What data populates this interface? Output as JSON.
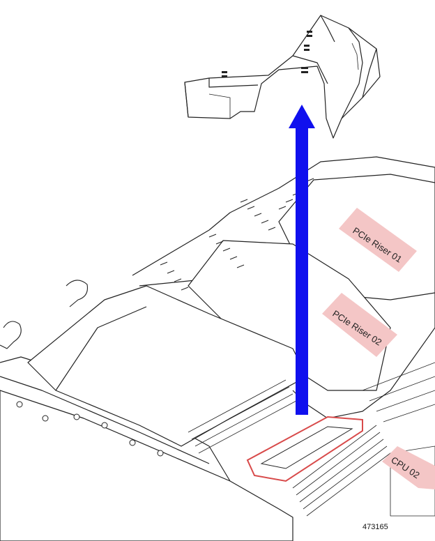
{
  "labels": {
    "riser1": "PCIe Riser 01",
    "riser2": "PCIe Riser 02",
    "cpu2": "CPU 02"
  },
  "figure_id": "473165",
  "colors": {
    "arrow": "#1010ee",
    "label_bg": "#f4c6c6",
    "highlight": "#d84a4a",
    "line": "#222222"
  }
}
